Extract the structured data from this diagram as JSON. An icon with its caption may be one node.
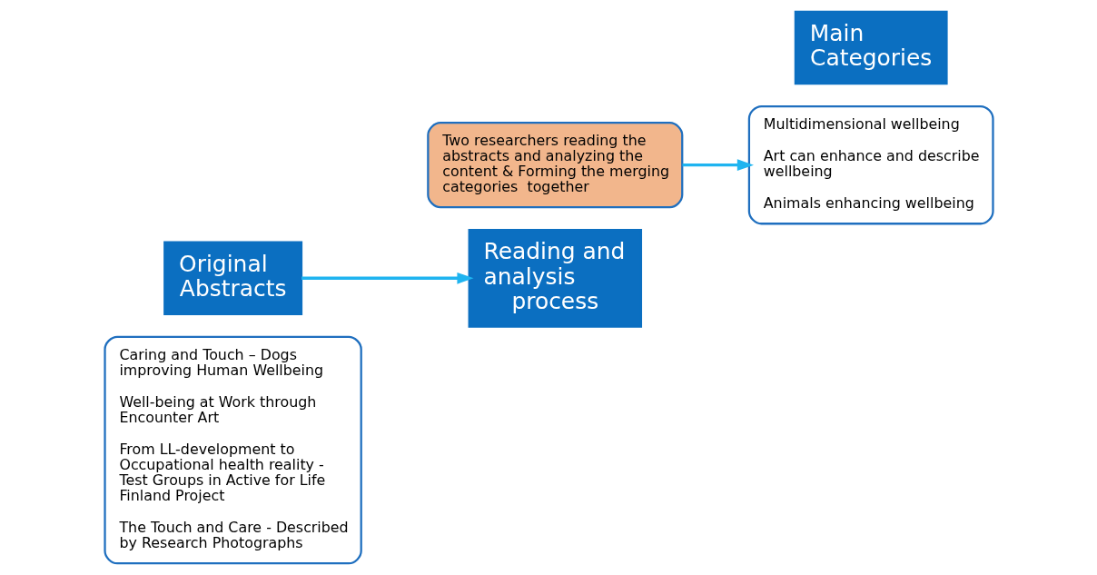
{
  "diagram": {
    "nodes": [
      {
        "text": [
          "Caring and Touch – Dogs improving Human Wellbeing",
          "Well-being at Work through Encounter Art",
          "From LL-development to Occupational health reality - Test Groups in Active for Life Finland Project",
          "The Touch and Care - Described by Research Photographs"
        ]
      },
      {
        "text": [
          "Original Abstracts"
        ]
      },
      {
        "text": [
          "Two researchers reading the abstracts and analyzing the content & Forming the merging categories  together"
        ]
      },
      {
        "text": [
          "Reading and analysis process"
        ]
      },
      {
        "text": [
          "Multidimensional wellbeing",
          "Art can enhance and describe wellbeing",
          "Animals enhancing wellbeing"
        ]
      },
      {
        "text": [
          "Main Categories"
        ]
      }
    ],
    "edges": [
      {
        "from": 1,
        "to": 3,
        "arrow": "to"
      },
      {
        "from": 2,
        "to": 4,
        "arrow": "to"
      }
    ]
  }
}
